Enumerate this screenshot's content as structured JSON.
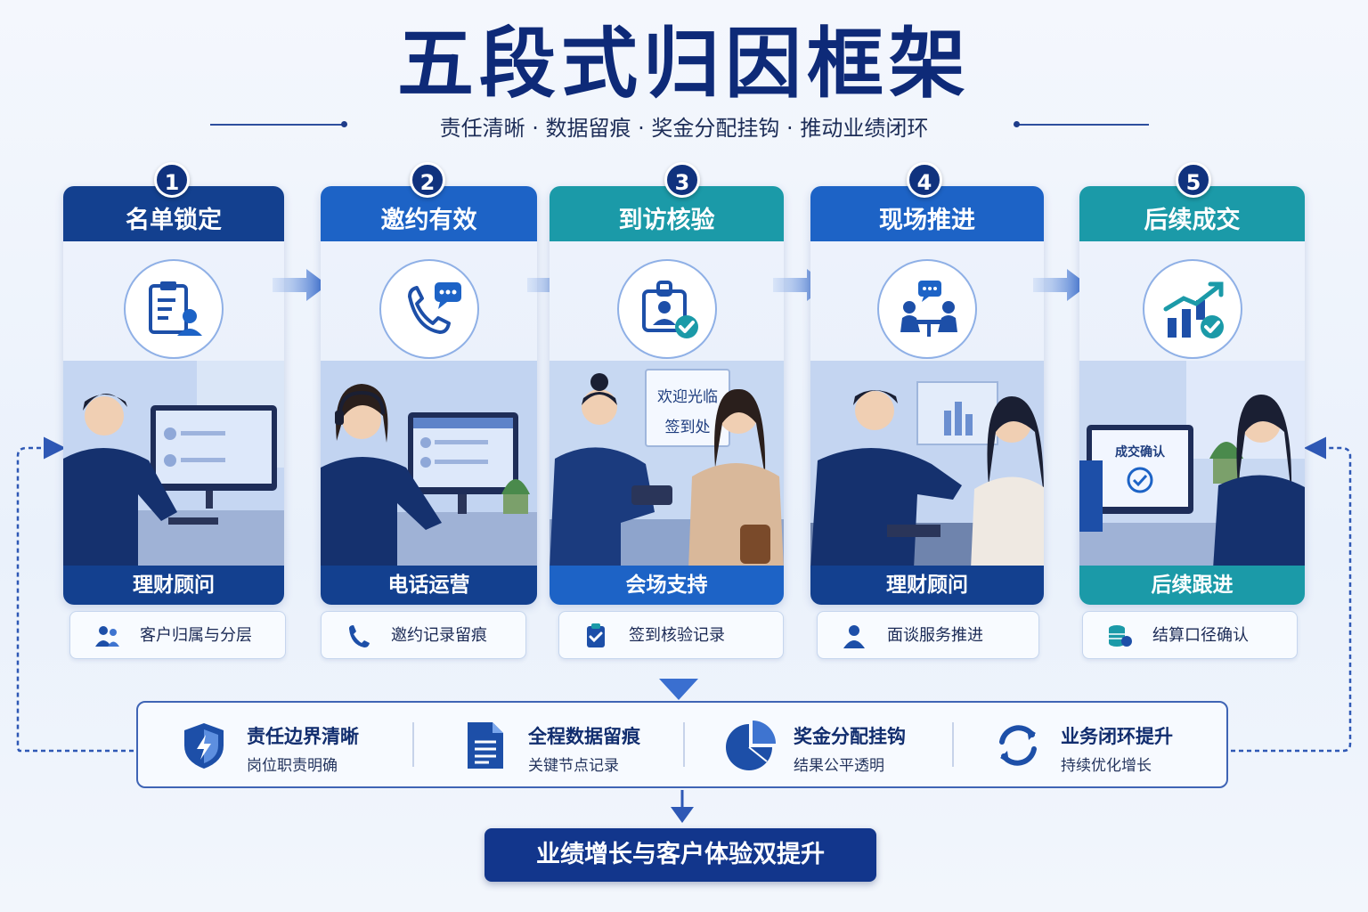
{
  "header": {
    "title": "五段式归因框架",
    "subtitle": "责任清晰 · 数据留痕 · 奖金分配挂钩 · 推动业绩闭环"
  },
  "steps": [
    {
      "number": "1",
      "title": "名单锁定",
      "role": "理财顾问",
      "tag": "客户归属与分层",
      "icon": "clipboard-user-icon",
      "tag_icon": "users-icon"
    },
    {
      "number": "2",
      "title": "邀约有效",
      "role": "电话运营",
      "tag": "邀约记录留痕",
      "icon": "phone-chat-icon",
      "tag_icon": "phone-icon"
    },
    {
      "number": "3",
      "title": "到访核验",
      "role": "会场支持",
      "tag": "签到核验记录",
      "icon": "badge-check-icon",
      "tag_icon": "clipboard-check-icon",
      "sign_line1": "欢迎光临",
      "sign_line2": "签到处"
    },
    {
      "number": "4",
      "title": "现场推进",
      "role": "理财顾问",
      "tag": "面谈服务推进",
      "icon": "meeting-icon",
      "tag_icon": "person-icon"
    },
    {
      "number": "5",
      "title": "后续成交",
      "role": "后续跟进",
      "tag": "结算口径确认",
      "icon": "growth-check-icon",
      "tag_icon": "coins-icon",
      "screen_text": "成交确认"
    }
  ],
  "pillars": [
    {
      "title": "责任边界清晰",
      "subtitle": "岗位职责明确",
      "icon": "shield-icon"
    },
    {
      "title": "全程数据留痕",
      "subtitle": "关键节点记录",
      "icon": "document-icon"
    },
    {
      "title": "奖金分配挂钩",
      "subtitle": "结果公平透明",
      "icon": "pie-chart-icon"
    },
    {
      "title": "业务闭环提升",
      "subtitle": "持续优化增长",
      "icon": "cycle-arrows-icon"
    }
  ],
  "result": "业绩增长与客户体验双提升",
  "colors": {
    "navy": "#0e2a78",
    "blue": "#1d63c6",
    "teal": "#1b9aa8",
    "dark_blue": "#13408f"
  }
}
